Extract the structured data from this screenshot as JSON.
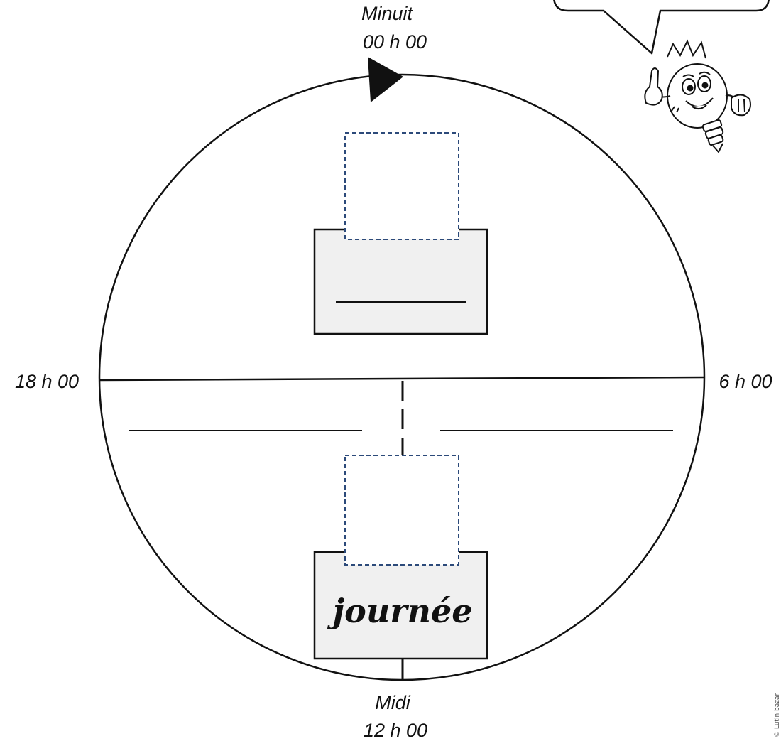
{
  "labels": {
    "top_line1": "Minuit",
    "top_line2": "00 h 00",
    "right": "6 h 00",
    "left": "18 h 00",
    "bottom_line1": "Midi",
    "bottom_line2": "12 h 00"
  },
  "boxes": {
    "top_box_word": "",
    "bottom_box_word": "journée"
  },
  "mascot": {
    "icon": "lightbulb-mascot-icon",
    "speech_bubble_text": ""
  },
  "credit": "© Lutin bazar"
}
